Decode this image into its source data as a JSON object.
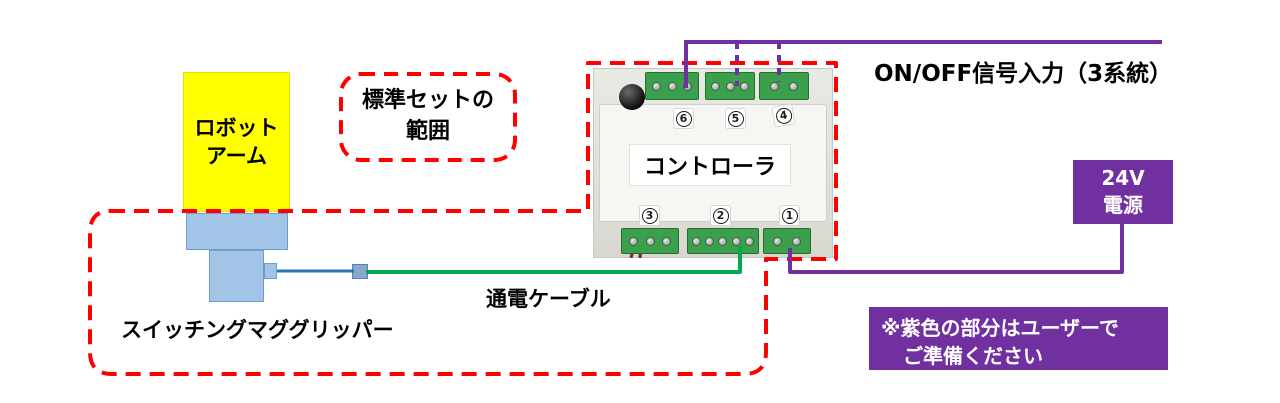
{
  "colors": {
    "standard_set_red": "#FF0000",
    "user_part_purple": "#7030A0",
    "power_cable_green": "#00A94F",
    "gripper_cable_blue": "#2E75B6",
    "robot_arm_yellow": "#FFFF00"
  },
  "robot_arm": {
    "label_line1": "ロボット",
    "label_line2": "アーム"
  },
  "standard_set": {
    "label_line1": "標準セットの",
    "label_line2": "範囲"
  },
  "gripper": {
    "label": "スイッチングマググリッパー"
  },
  "power_cable": {
    "label": "通電ケーブル"
  },
  "controller": {
    "label": "コントローラ",
    "terminals_top": [
      "6",
      "5",
      "4"
    ],
    "terminals_bottom": [
      "3",
      "2",
      "1"
    ]
  },
  "signal_input": {
    "label": "ON/OFF信号入力（3系統）"
  },
  "power_supply": {
    "label_line1": "24V",
    "label_line2": "電源"
  },
  "user_note": {
    "line1": "※紫色の部分はユーザーで",
    "line2": "ご準備ください"
  }
}
